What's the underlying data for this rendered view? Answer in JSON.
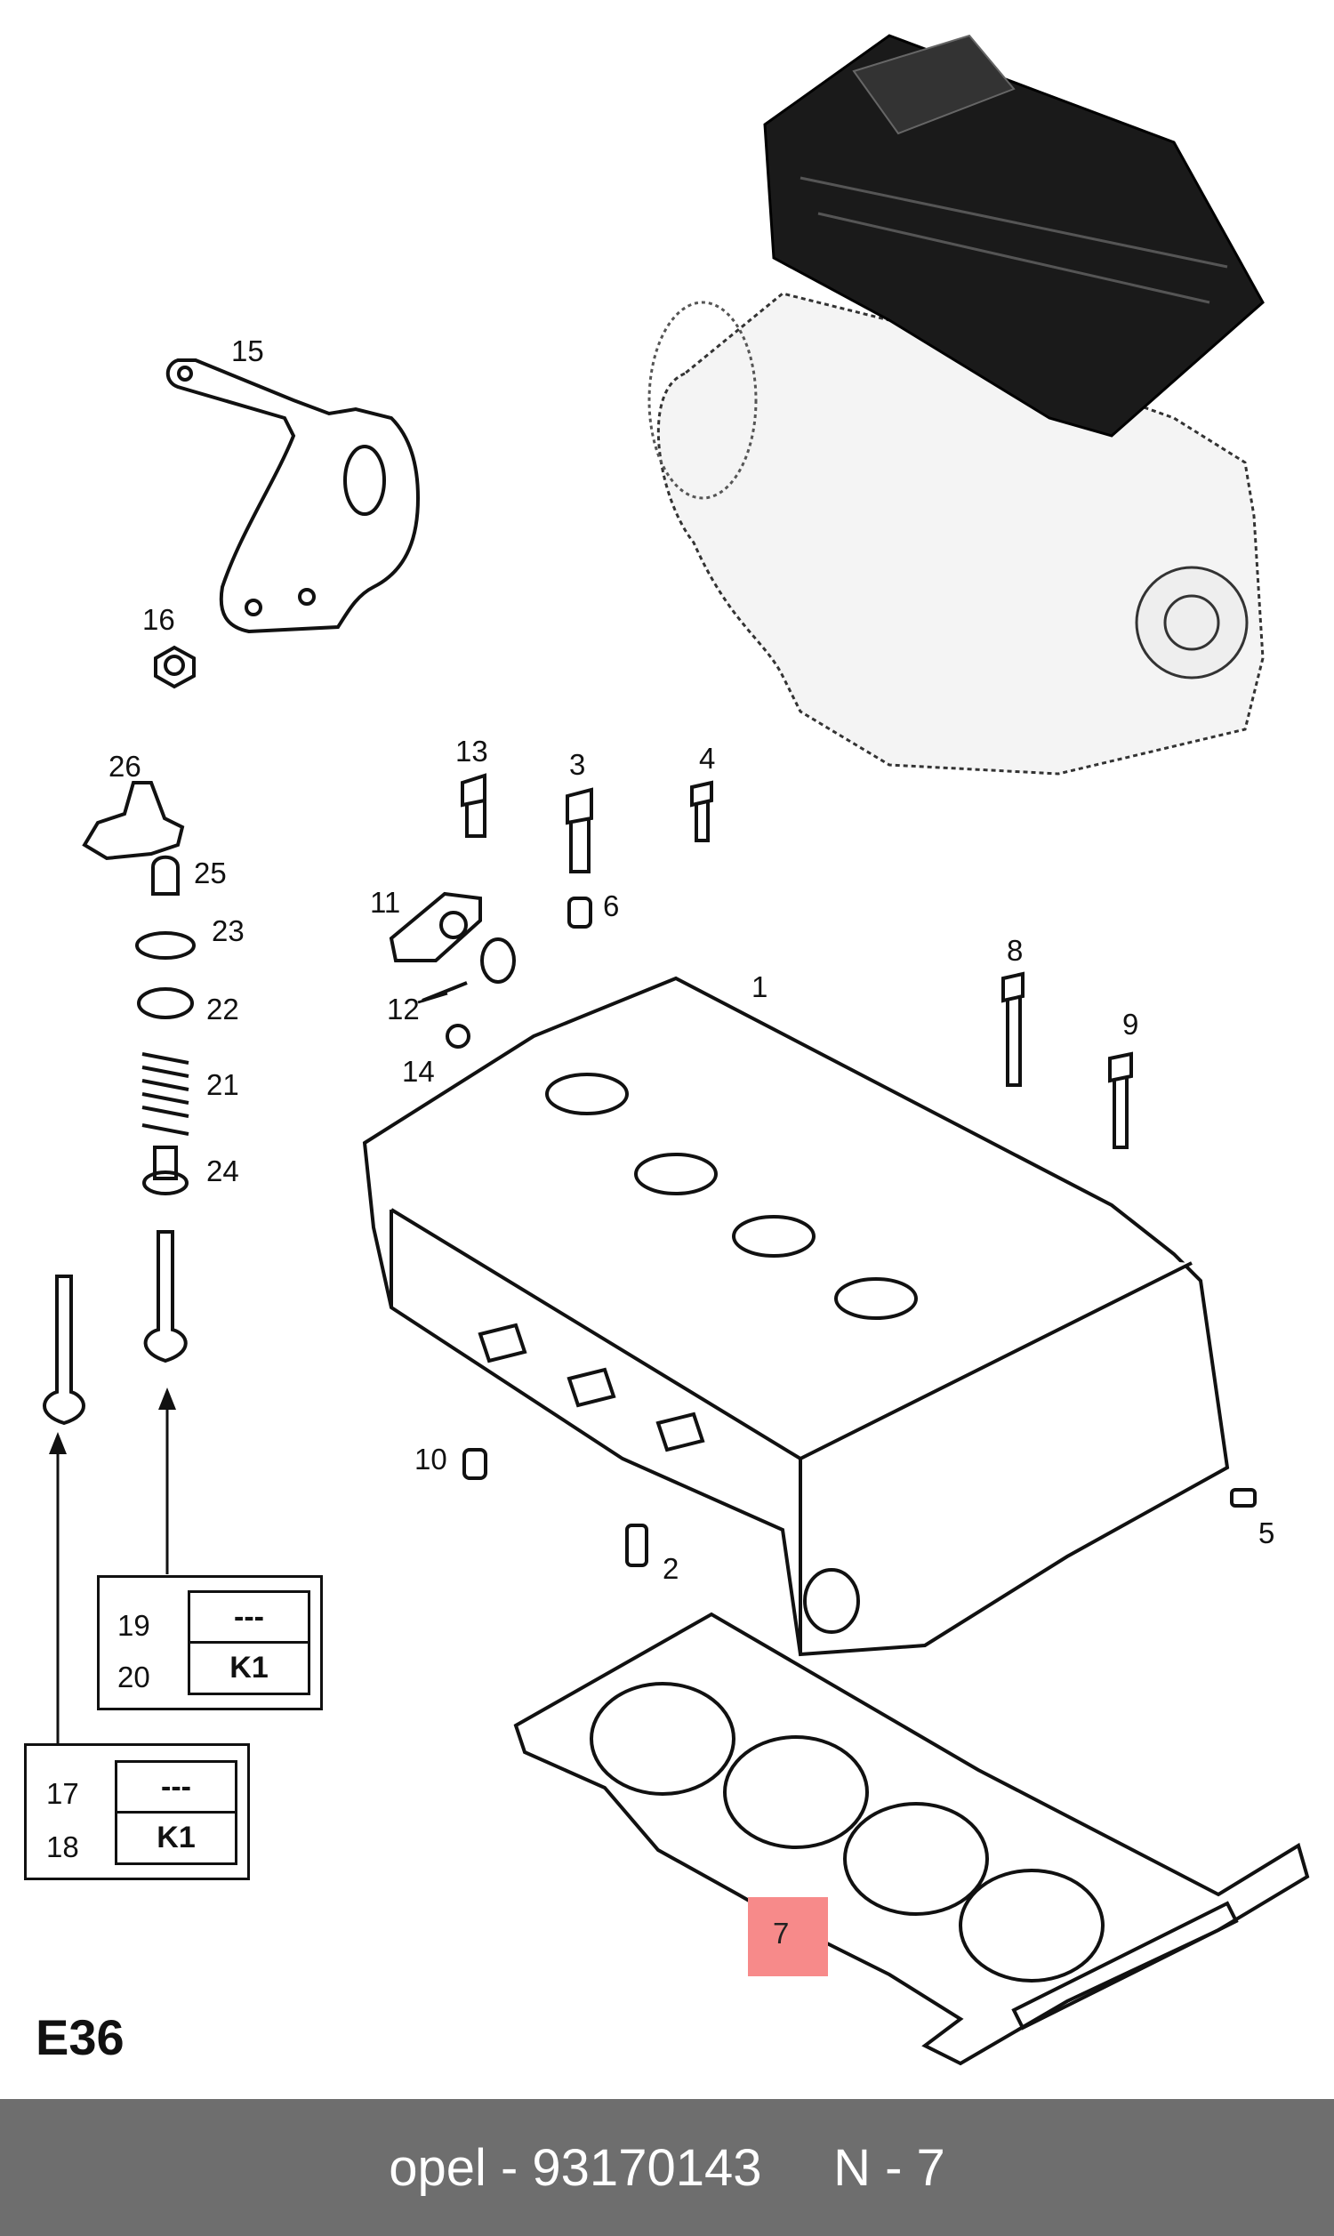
{
  "page_code": "E36",
  "highlighted_part": "7",
  "callouts": [
    "15",
    "16",
    "26",
    "25",
    "23",
    "22",
    "21",
    "24",
    "13",
    "3",
    "4",
    "11",
    "6",
    "12",
    "14",
    "1",
    "8",
    "9",
    "10",
    "5",
    "2",
    "7"
  ],
  "legend_boxes": [
    {
      "rows": [
        {
          "label": "19",
          "value": "---"
        },
        {
          "label": "20",
          "value": "K1"
        }
      ]
    },
    {
      "rows": [
        {
          "label": "17",
          "value": "---"
        },
        {
          "label": "18",
          "value": "K1"
        }
      ]
    }
  ],
  "footer": {
    "brand": "opel",
    "part_number": "93170143",
    "position_prefix": "N",
    "position": "7"
  }
}
